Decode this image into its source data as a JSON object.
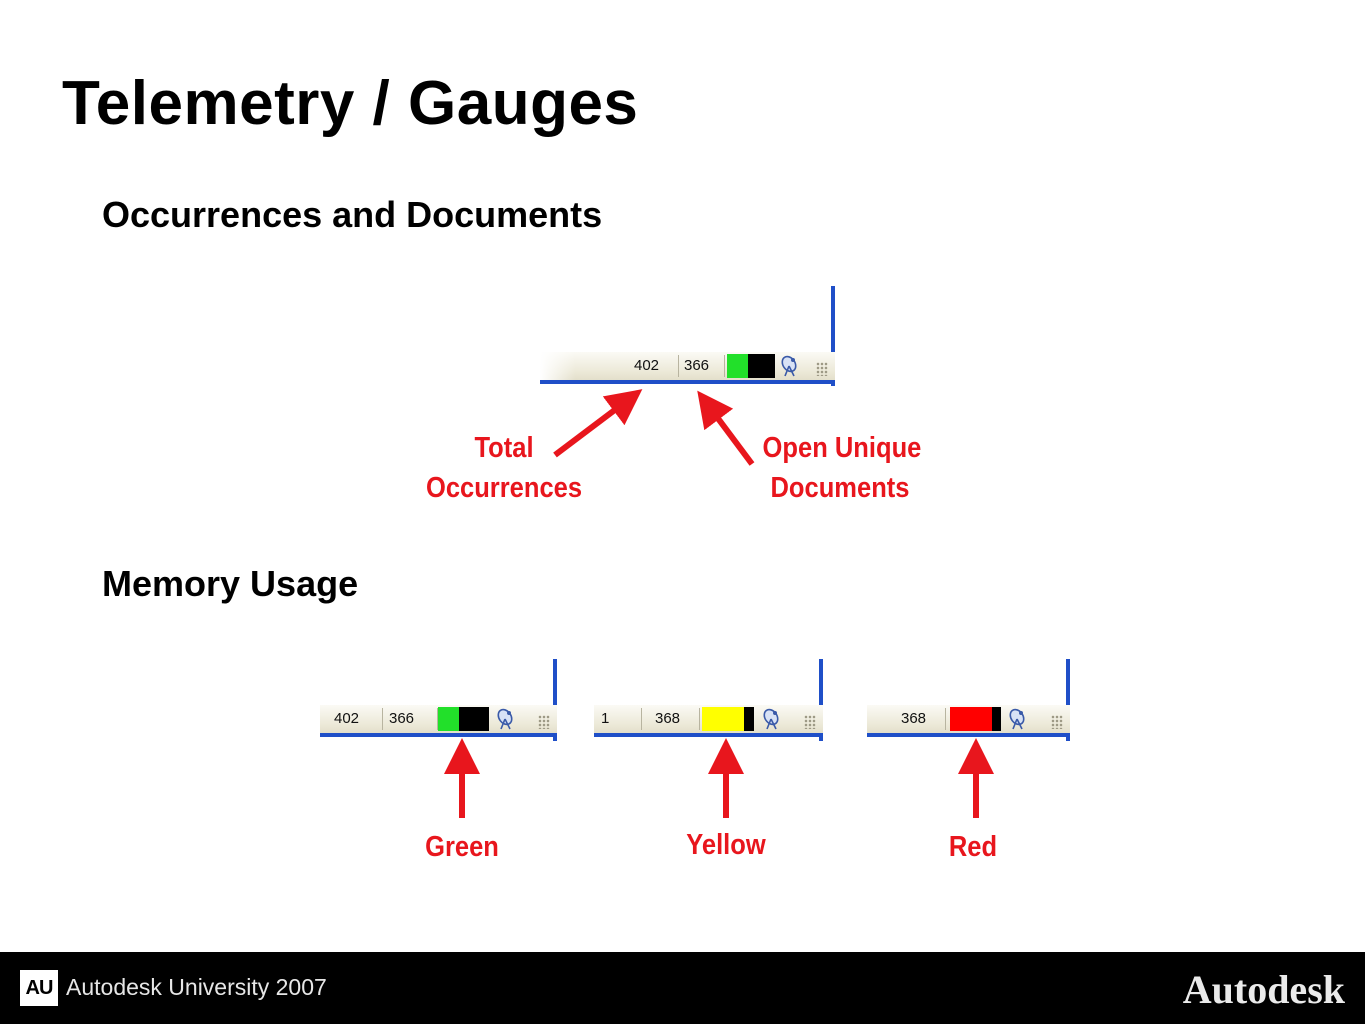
{
  "slide": {
    "title": "Telemetry / Gauges",
    "section1_heading": "Occurrences and Documents",
    "section2_heading": "Memory Usage"
  },
  "statusbar_main": {
    "occurrences": "402",
    "documents": "366",
    "gauge_colors": [
      "#22e02a",
      "#000000"
    ],
    "gauge_fill": 0.4
  },
  "callouts": {
    "total_occurrences": [
      "Total",
      "Occurrences"
    ],
    "open_unique_documents": [
      "Open Unique",
      "Documents"
    ]
  },
  "memory_gauges": [
    {
      "label": "Green",
      "pane1": "402",
      "pane2": "366",
      "color": "#22e02a",
      "fill": 0.4
    },
    {
      "label": "Yellow",
      "pane1": "1",
      "pane2": "368",
      "color": "#ffff00",
      "fill": 0.8
    },
    {
      "label": "Red",
      "pane1": "",
      "pane2": "368",
      "color": "#ff0000",
      "fill": 0.85
    }
  ],
  "colors": {
    "callout_red": "#e8161d",
    "statusbar_border": "#1f4fc8",
    "footer_bg": "#000000"
  },
  "footer": {
    "au_logo": "AU",
    "event": "Autodesk University 2007",
    "brand": "Autodesk"
  }
}
